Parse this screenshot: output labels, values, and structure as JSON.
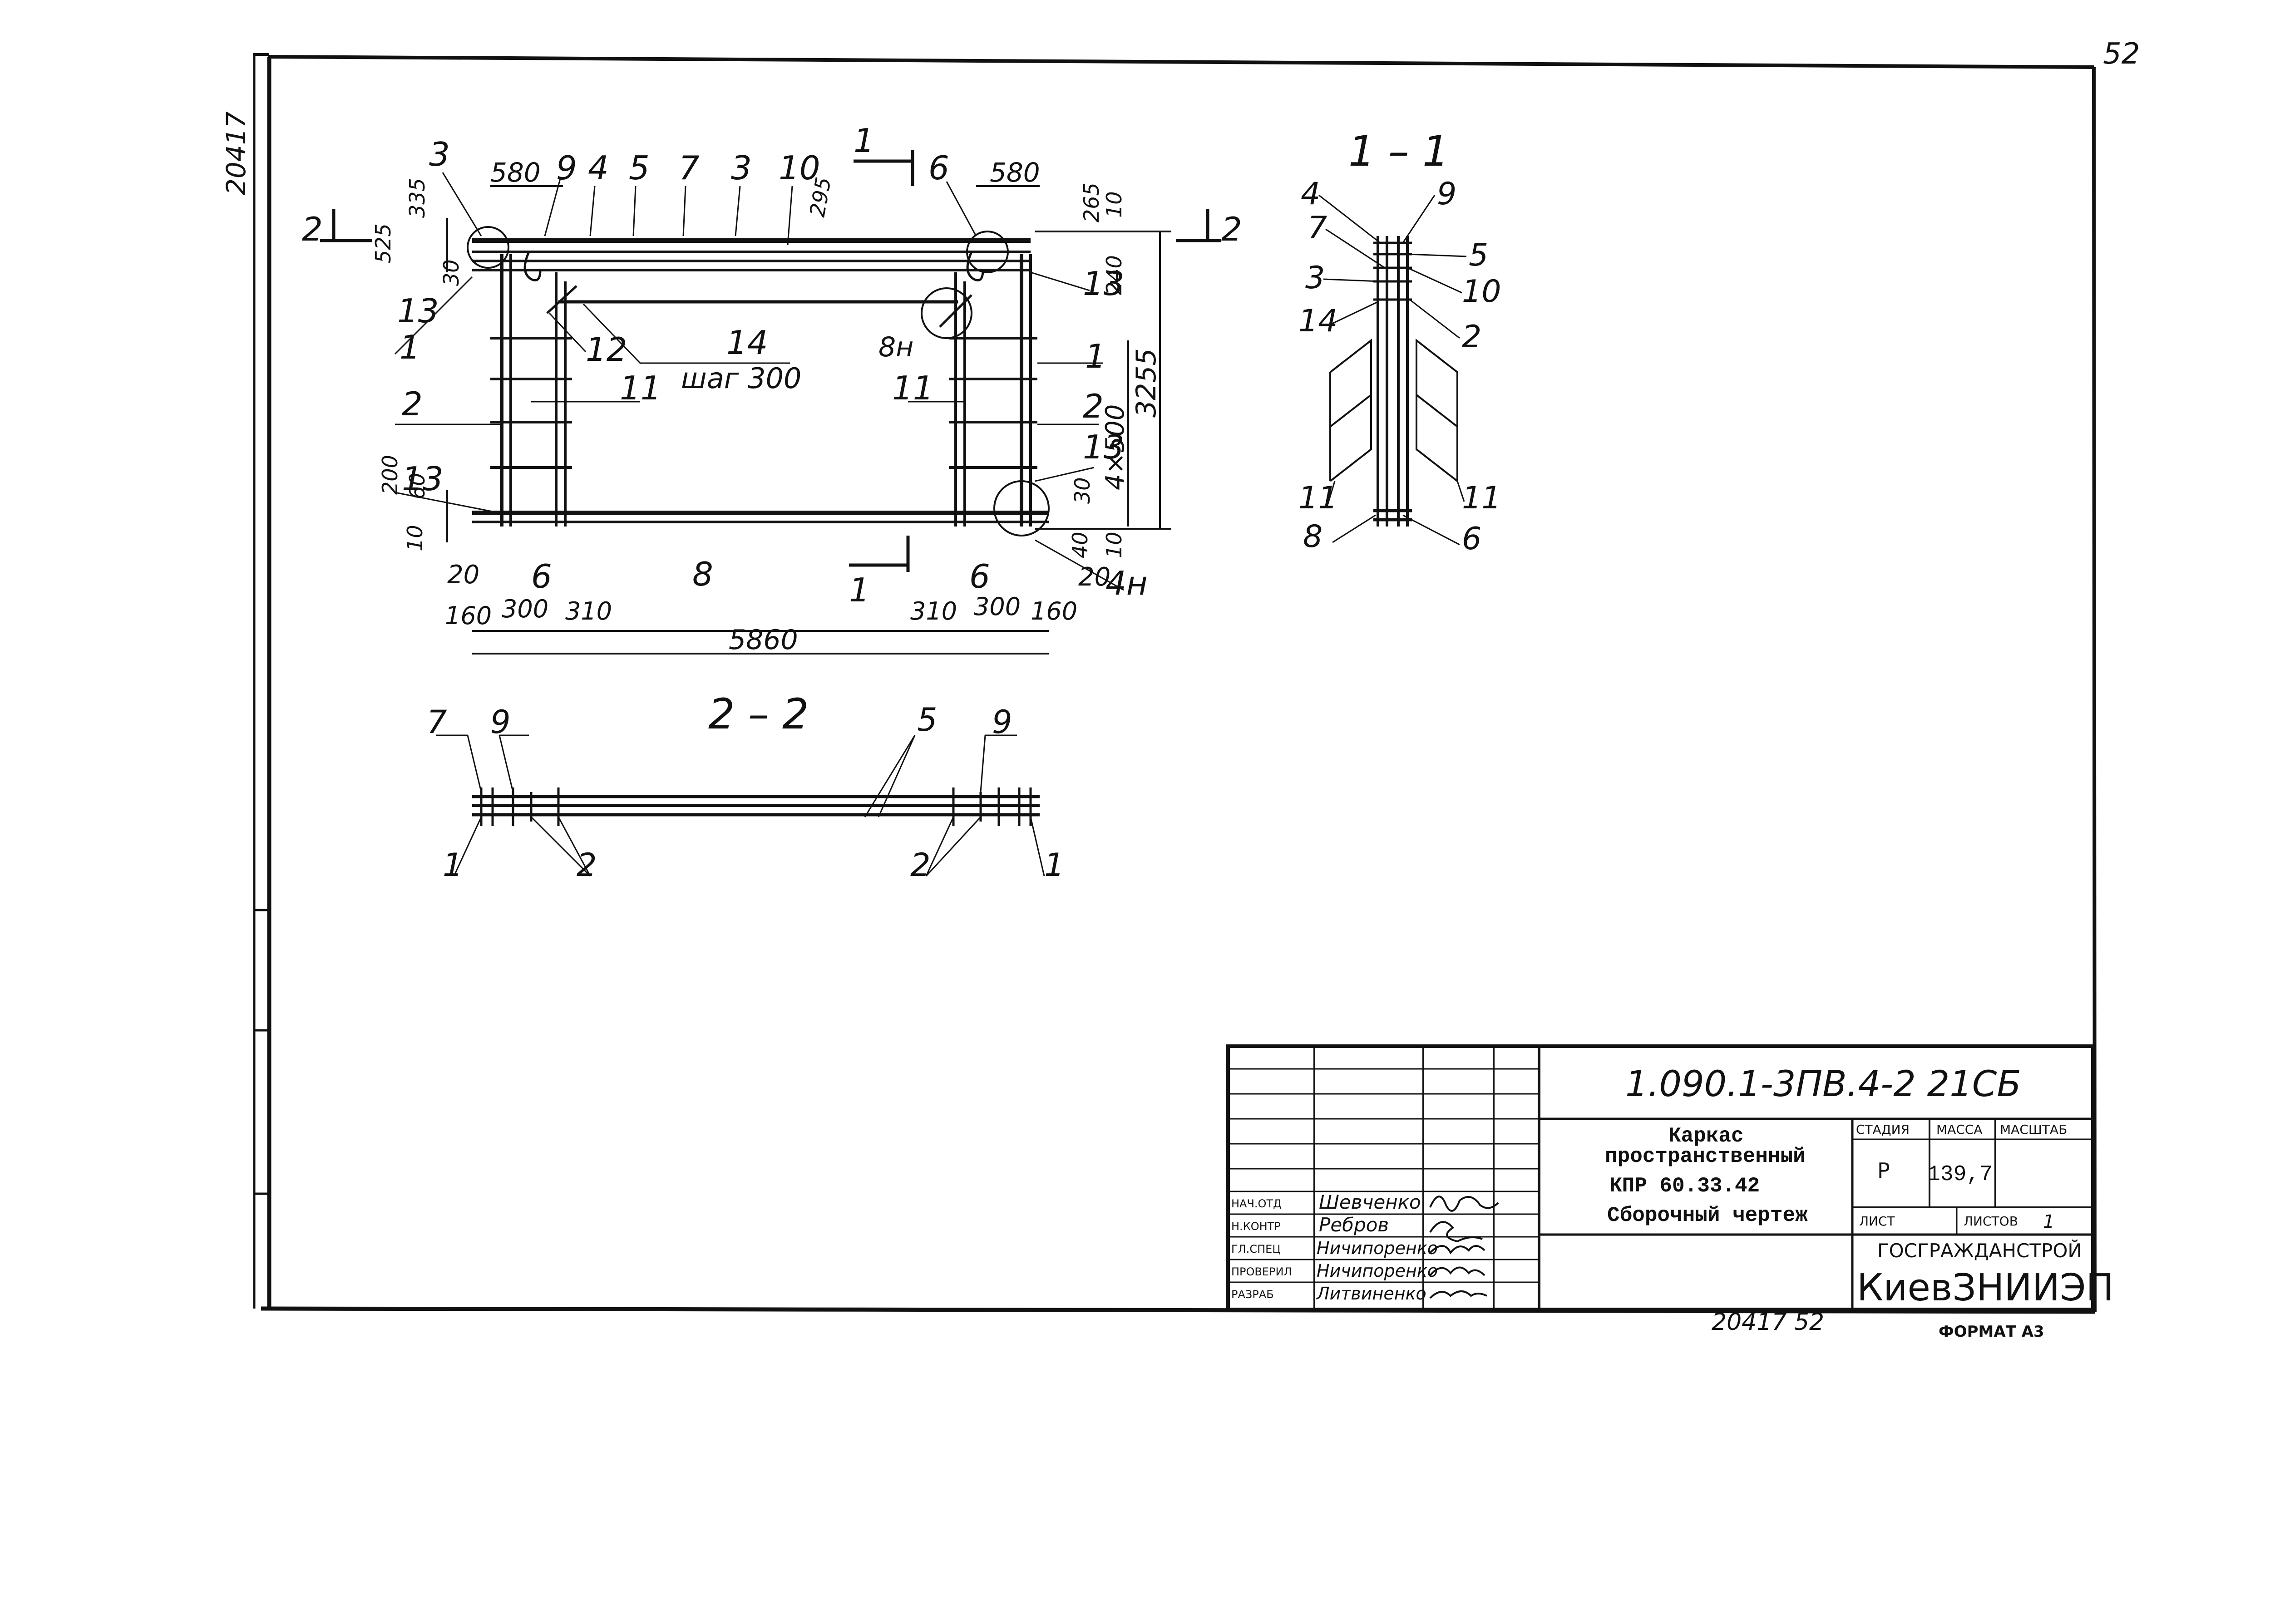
{
  "sheet": {
    "page_number": "52",
    "bottom_number": "20417   52",
    "format": "ФОРМАТ А3",
    "side_stamp": "20417"
  },
  "main_view": {
    "section_cut_left": "2",
    "section_cut_right": "2",
    "section_cut_top": "1",
    "section_cut_bottom": "1",
    "top_dims": [
      "580",
      "580"
    ],
    "callouts_top": [
      "3",
      "9",
      "4",
      "5",
      "7",
      "3",
      "10",
      "6"
    ],
    "right_small_dims": [
      "265",
      "10",
      "240"
    ],
    "left_small_dims": [
      "335",
      "525",
      "30"
    ],
    "callout_295": "295",
    "callouts_left": [
      "13",
      "1",
      "2",
      "13"
    ],
    "callouts_inner": [
      "12",
      "14",
      "11",
      "11",
      "8н"
    ],
    "step_label": "шаг 300",
    "callouts_right": [
      "13",
      "1",
      "2",
      "13",
      "4н"
    ],
    "height_dim": "3255",
    "spacing_dim": "4×500",
    "dim_30_right": "30",
    "bottom_left_dims": [
      "200",
      "60",
      "10"
    ],
    "bottom_right_dims": [
      "40",
      "10"
    ],
    "callouts_bottom": [
      "20",
      "6",
      "8",
      "6",
      "20"
    ],
    "bottom_dims_left": [
      "160",
      "300",
      "310"
    ],
    "bottom_dims_right": [
      "310",
      "300",
      "160"
    ],
    "total_length": "5860"
  },
  "section_1_1": {
    "title": "1 – 1",
    "callouts_left": [
      "4",
      "7",
      "3",
      "14",
      "11",
      "8"
    ],
    "callouts_right": [
      "9",
      "5",
      "10",
      "2",
      "11",
      "6"
    ]
  },
  "section_2_2": {
    "title": "2 – 2",
    "callouts_top": [
      "7",
      "9",
      "5",
      "9"
    ],
    "callouts_bottom": [
      "1",
      "2",
      "2",
      "1"
    ]
  },
  "title_block": {
    "designation": "1.090.1-3ПВ.4-2  21СБ",
    "name_line1": "Каркас",
    "name_line2": "пространственный",
    "name_line3": "КПР 60.33.42",
    "name_line4": "Сборочный чертеж",
    "col_stage": "СТАДИЯ",
    "col_mass": "МАССА",
    "col_scale": "МАСШТАБ",
    "stage_value": "Р",
    "mass_value": "139,7",
    "sheet_label": "ЛИСТ",
    "sheets_label": "ЛИСТОВ",
    "sheets_value": "1",
    "org_line1": "ГОСГРАЖДАНСТРОЙ",
    "org_line2": "КиевЗНИИЭП",
    "roles": [
      "НАЧ.ОТД",
      "Н.КОНТР",
      "ГЛ.СПЕЦ",
      "ПРОВЕРИЛ",
      "РАЗРАБ"
    ],
    "names": [
      "Шевченко",
      "Ребров",
      "Ничипоренко",
      "Ничипоренко",
      "Литвиненко"
    ]
  }
}
